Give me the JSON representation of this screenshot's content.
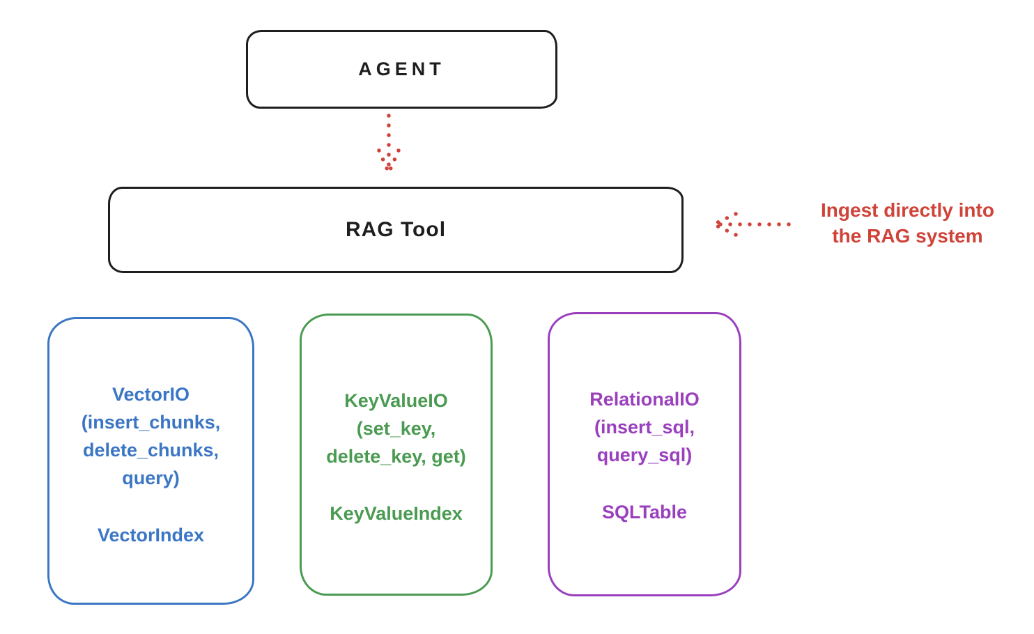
{
  "colors": {
    "ink": "#1e1e1e",
    "red": "#cf4339",
    "blue": "#3b76c4",
    "green": "#4a9b51",
    "purple": "#9a40bd"
  },
  "agent_box": {
    "label": "AGENT"
  },
  "rag_tool_box": {
    "label": "RAG Tool"
  },
  "annotation": {
    "line1": "Ingest directly into",
    "line2": "the RAG system"
  },
  "io_boxes": [
    {
      "id": "vector-io",
      "color_key": "blue",
      "lines": [
        "VectorIO",
        "(insert_chunks,",
        "delete_chunks,",
        "query)"
      ],
      "index_label": "VectorIndex"
    },
    {
      "id": "keyvalue-io",
      "color_key": "green",
      "lines": [
        "KeyValueIO",
        "(set_key,",
        "delete_key, get)"
      ],
      "index_label": "KeyValueIndex"
    },
    {
      "id": "relational-io",
      "color_key": "purple",
      "lines": [
        "RelationalIO",
        "(insert_sql,",
        "query_sql)"
      ],
      "index_label": "SQLTable"
    }
  ],
  "arrows": [
    {
      "id": "agent-to-rag-tool",
      "style": "dotted",
      "color_key": "red",
      "direction": "down"
    },
    {
      "id": "ingest-annotation-arrow",
      "style": "dotted",
      "color_key": "red",
      "direction": "left"
    }
  ]
}
